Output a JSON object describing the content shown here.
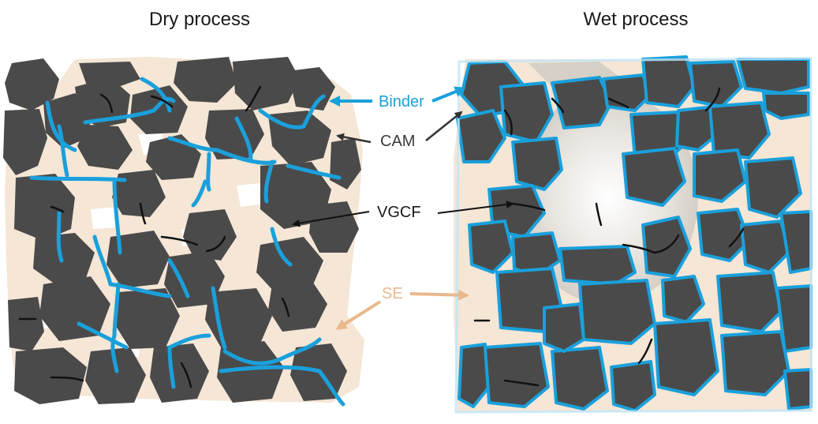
{
  "titles": {
    "left": "Dry process",
    "right": "Wet process"
  },
  "labels": {
    "binder": "Binder",
    "cam": "CAM",
    "vgcf": "VGCF",
    "se": "SE"
  },
  "colors": {
    "binder": "#1aa0db",
    "binder_glow": "#bfe6f6",
    "cam": "#4a4a4a",
    "se": "#f5e6d6",
    "vgcf": "#111111",
    "label_dark": "#3a3a3a",
    "label_se": "#e8b98e",
    "void": "#e8e4de"
  },
  "icons": {
    "cam_particle": "irregular-polygon",
    "vgcf_fiber": "short-black-stroke",
    "binder_fiber": "blue-stroke",
    "arrow": "arrow-head"
  }
}
